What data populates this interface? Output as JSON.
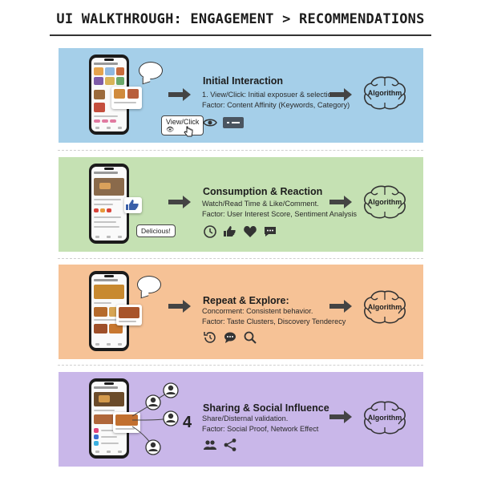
{
  "title": "UI WALKTHROUGH: ENGAGEMENT > RECOMMENDATIONS",
  "stages": [
    {
      "heading": "Initial Interaction",
      "line1": "1. View/Click: Initial exposuer & selection.",
      "line2": "Factor: Content Affinity (Keywords, Category)",
      "algorithm": "Algorithm",
      "tag": "View/Click",
      "icons": [
        "eye-icon",
        "slider-icon"
      ]
    },
    {
      "heading": "Consumption & Reaction",
      "line1": "Watch/Read Time & Like/Comment.",
      "line2": "Factor: User Interest Score, Sentiment Analysis",
      "algorithm": "Algorithm",
      "tag": "Delicious!",
      "icons": [
        "clock-icon",
        "thumbs-up-icon",
        "heart-icon",
        "comment-icon"
      ]
    },
    {
      "heading": "Repeat & Explore:",
      "line1": "Concorment: Consistent behavior.",
      "line2": "Factor: Taste Clusters, Discovery Tenderecy",
      "algorithm": "Algorithm",
      "icons": [
        "history-icon",
        "comment-icon",
        "search-icon"
      ]
    },
    {
      "number": "4",
      "heading": "Sharing & Social Influence",
      "line1": "Share/Disternal validation.",
      "line2": "Factor: Social Proof, Network Effect",
      "algorithm": "Algorithm",
      "icons": [
        "group-icon",
        "share-icon"
      ]
    }
  ],
  "colors": {
    "stage1": "#a5cfe9",
    "stage2": "#c5e1b3",
    "stage3": "#f6c296",
    "stage4": "#c9b7e9",
    "arrow": "#444444"
  }
}
